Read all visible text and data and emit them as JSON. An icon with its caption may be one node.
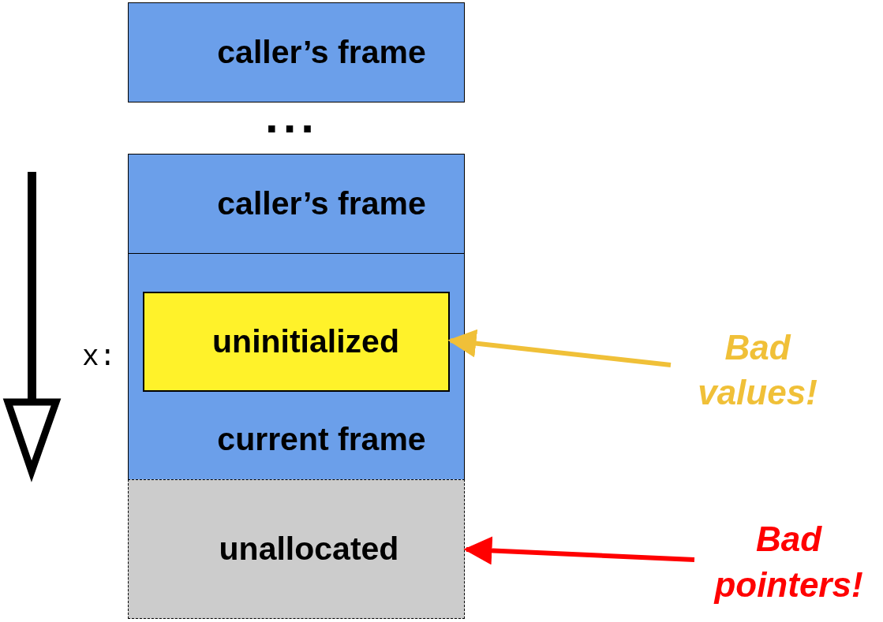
{
  "diagram": {
    "nodes": [
      {
        "text": [
          "caller’s frame"
        ]
      },
      {
        "text": [
          "caller’s frame"
        ]
      },
      {
        "text": [
          "current frame"
        ]
      },
      {
        "text": [
          "uninitialized"
        ],
        "in": 2
      },
      {
        "text": [
          "unallocated"
        ]
      },
      {
        "text": [
          "Bad values!"
        ]
      },
      {
        "text": [
          "Bad pointers!"
        ]
      }
    ],
    "edges": [
      {
        "from": 5,
        "to": 3,
        "arrow": "to",
        "color": "#f0c038"
      },
      {
        "from": 6,
        "to": 4,
        "arrow": "to",
        "color": "#ff0000"
      }
    ],
    "labels": [
      "...",
      "x:"
    ]
  }
}
